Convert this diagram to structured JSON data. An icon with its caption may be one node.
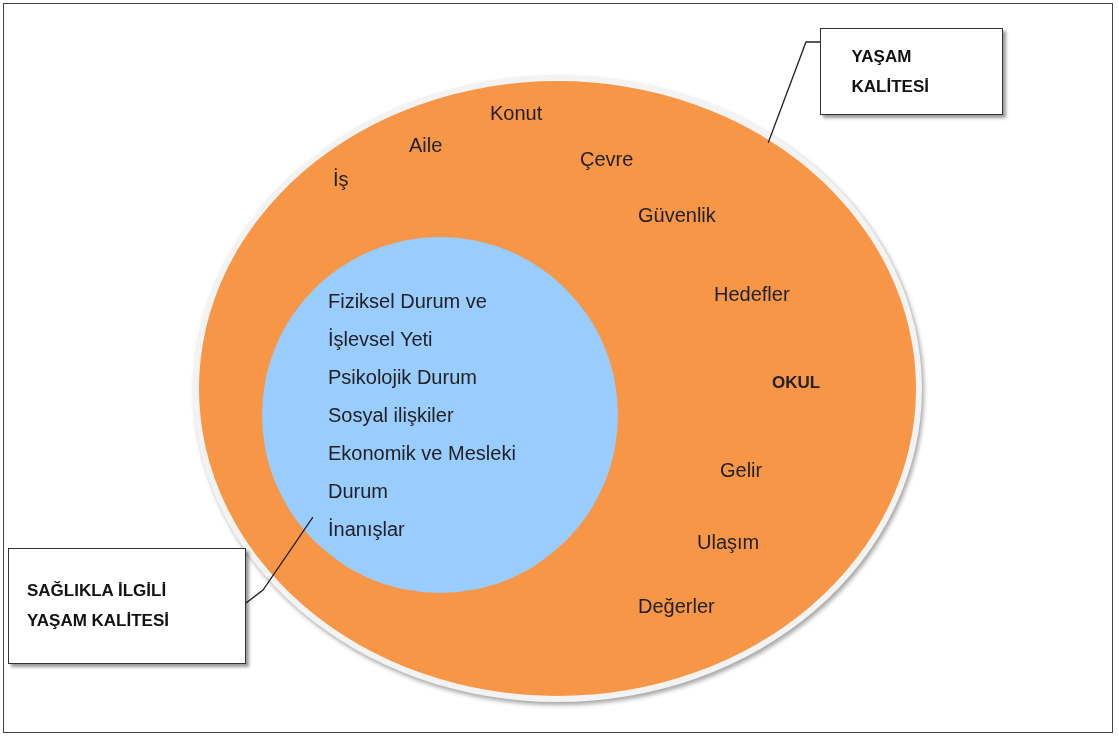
{
  "diagram": {
    "nodes": [
      {
        "text": [
          "İş",
          "Aile",
          "Konut",
          "Çevre",
          "Güvenlik",
          "Hedefler",
          "OKUL",
          "Gelir",
          "Ulaşım",
          "Değerler"
        ]
      },
      {
        "text": [
          "Fiziksel Durum ve İşlevsel Yeti",
          "Psikolojik Durum",
          "Sosyal ilişkiler",
          "Ekonomik ve Mesleki Durum",
          "İnanışlar"
        ],
        "in": 0
      },
      {
        "text": [
          "YAŞAM KALİTESİ"
        ]
      },
      {
        "text": [
          "SAĞLIKLA İLGİLİ YAŞAM KALİTESİ"
        ]
      }
    ],
    "edges": [
      {
        "from": 2,
        "to": 0,
        "arrow": "none"
      },
      {
        "from": 3,
        "to": 1,
        "arrow": "none"
      }
    ]
  }
}
